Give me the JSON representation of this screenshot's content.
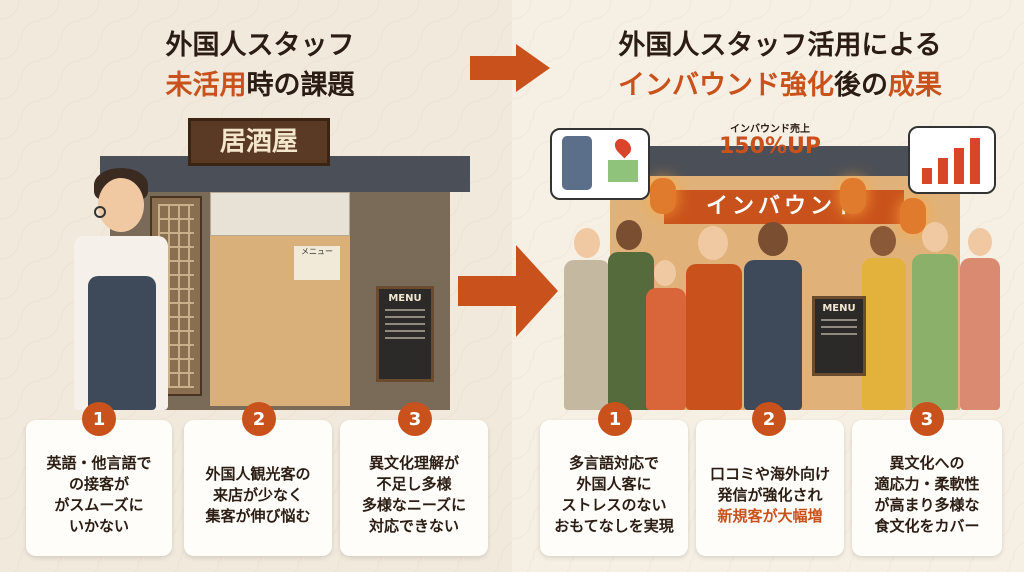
{
  "left": {
    "title_line1": "外国人スタッフ",
    "title_line2_hl": "未活用",
    "title_line2_rest": "時の課題",
    "sign": "居酒屋",
    "shop_menu_label": "メニュー",
    "board_label": "MENU",
    "cards": [
      {
        "num": "1",
        "text": "英語・他言語で\nの接客が\nがスムーズに\nいかない"
      },
      {
        "num": "2",
        "text": "外国人観光客の\n来店が少なく\n集客が伸び悩む"
      },
      {
        "num": "3",
        "text": "異文化理解が\n不足し多様\n多様なニーズに\n対応できない"
      }
    ]
  },
  "right": {
    "title_line1": "外国人スタッフ活用による",
    "title_line2_hl1": "インバウンド強化",
    "title_line2_mid": "後の",
    "title_line2_hl2": "成果",
    "banner": "インバウンド",
    "sales_label": "インバウンド売上",
    "sales_value": "150%UP",
    "board_label": "MENU",
    "cards": [
      {
        "num": "1",
        "text": "多言語対応で\n外国人客に\nストレスのない\nおもてなしを実現",
        "hl": ""
      },
      {
        "num": "2",
        "text": "口コミや海外向け\n発信が強化され\n",
        "hl": "新規客が大幅増"
      },
      {
        "num": "3",
        "text": "異文化への\n適応力・柔軟性\nが高まり多様な\n食文化をカバー",
        "hl": ""
      }
    ]
  },
  "colors": {
    "accent": "#c9521c",
    "text": "#2b1d14",
    "card": "#fffdf9"
  }
}
